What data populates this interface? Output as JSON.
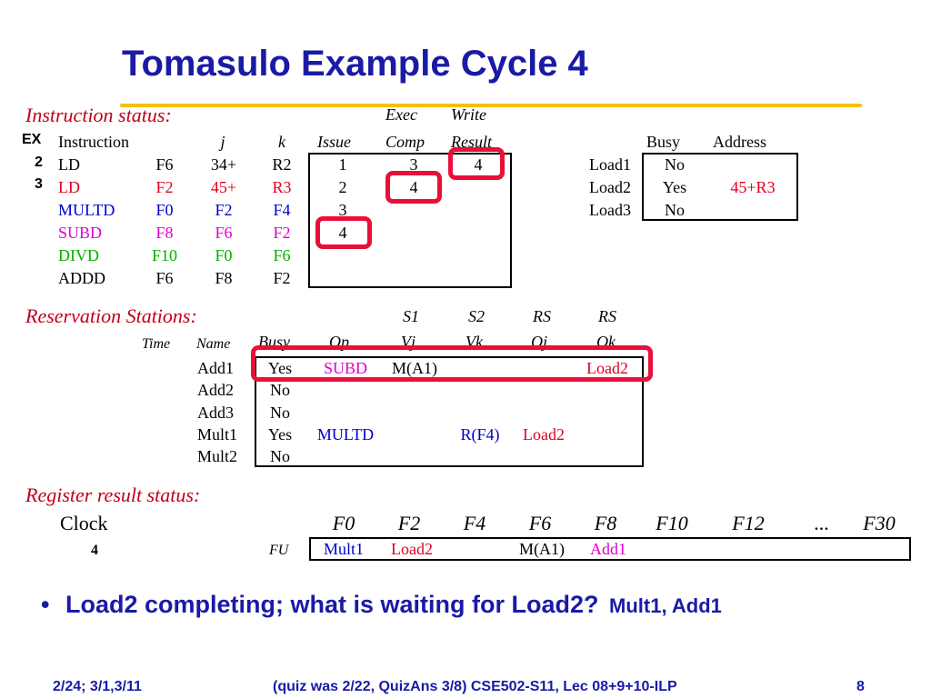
{
  "title": "Tomasulo Example Cycle 4",
  "instruction_status": {
    "section_label": "Instruction status:",
    "hdr_exec": "Exec",
    "hdr_write": "Write",
    "ex_label": "EX",
    "ex_2": "2",
    "ex_3": "3",
    "cols": {
      "instruction": "Instruction",
      "j": "j",
      "k": "k",
      "issue": "Issue",
      "comp": "Comp",
      "result": "Result"
    },
    "rows": [
      {
        "op": "LD",
        "dst": "F6",
        "j": "34+",
        "k": "R2",
        "issue": "1",
        "comp": "3",
        "write": "4"
      },
      {
        "op": "LD",
        "dst": "F2",
        "j": "45+",
        "k": "R3",
        "issue": "2",
        "comp": "4",
        "write": ""
      },
      {
        "op": "MULTD",
        "dst": "F0",
        "j": "F2",
        "k": "F4",
        "issue": "3",
        "comp": "",
        "write": ""
      },
      {
        "op": "SUBD",
        "dst": "F8",
        "j": "F6",
        "k": "F2",
        "issue": "4",
        "comp": "",
        "write": ""
      },
      {
        "op": "DIVD",
        "dst": "F10",
        "j": "F0",
        "k": "F6",
        "issue": "",
        "comp": "",
        "write": ""
      },
      {
        "op": "ADDD",
        "dst": "F6",
        "j": "F8",
        "k": "F2",
        "issue": "",
        "comp": "",
        "write": ""
      }
    ]
  },
  "load_buffers": {
    "hdr_busy": "Busy",
    "hdr_address": "Address",
    "rows": [
      {
        "name": "Load1",
        "busy": "No",
        "address": ""
      },
      {
        "name": "Load2",
        "busy": "Yes",
        "address": "45+R3"
      },
      {
        "name": "Load3",
        "busy": "No",
        "address": ""
      }
    ]
  },
  "reservation_stations": {
    "section_label": "Reservation Stations:",
    "hdr": {
      "s1": "S1",
      "s2": "S2",
      "rs1": "RS",
      "rs2": "RS",
      "time": "Time",
      "name": "Name",
      "busy": "Busy",
      "op": "Op",
      "vj": "Vj",
      "vk": "Vk",
      "qj": "Qj",
      "qk": "Qk"
    },
    "rows": [
      {
        "name": "Add1",
        "busy": "Yes",
        "op": "SUBD",
        "vj": "M(A1)",
        "vk": "",
        "qj": "",
        "qk": "Load2"
      },
      {
        "name": "Add2",
        "busy": "No",
        "op": "",
        "vj": "",
        "vk": "",
        "qj": "",
        "qk": ""
      },
      {
        "name": "Add3",
        "busy": "No",
        "op": "",
        "vj": "",
        "vk": "",
        "qj": "",
        "qk": ""
      },
      {
        "name": "Mult1",
        "busy": "Yes",
        "op": "MULTD",
        "vj": "",
        "vk": "R(F4)",
        "qj": "Load2",
        "qk": ""
      },
      {
        "name": "Mult2",
        "busy": "No",
        "op": "",
        "vj": "",
        "vk": "",
        "qj": "",
        "qk": ""
      }
    ]
  },
  "register_status": {
    "section_label": "Register result status:",
    "clock_label": "Clock",
    "clock_value": "4",
    "fu_label": "FU",
    "regs": [
      "F0",
      "F2",
      "F4",
      "F6",
      "F8",
      "F10",
      "F12",
      "...",
      "F30"
    ],
    "fu": [
      "Mult1",
      "Load2",
      "",
      "M(A1)",
      "Add1",
      "",
      "",
      "",
      ""
    ]
  },
  "bullet": {
    "symbol": "•",
    "question": "Load2 completing; what is waiting for Load2?",
    "answer": "Mult1, Add1"
  },
  "footer": {
    "left": "2/24; 3/1,3/11",
    "center": "(quiz was 2/22, QuizAns 3/8)  CSE502-S11, Lec 08+9+10-ILP",
    "page": "8"
  },
  "colors": {
    "title": "#1a1aa6",
    "section": "#c0001c",
    "red": "#e00020",
    "blue": "#0000cc",
    "magenta": "#e000d0",
    "green": "#00b000",
    "highlight": "#e8103a",
    "rule": "#f2c10c"
  }
}
